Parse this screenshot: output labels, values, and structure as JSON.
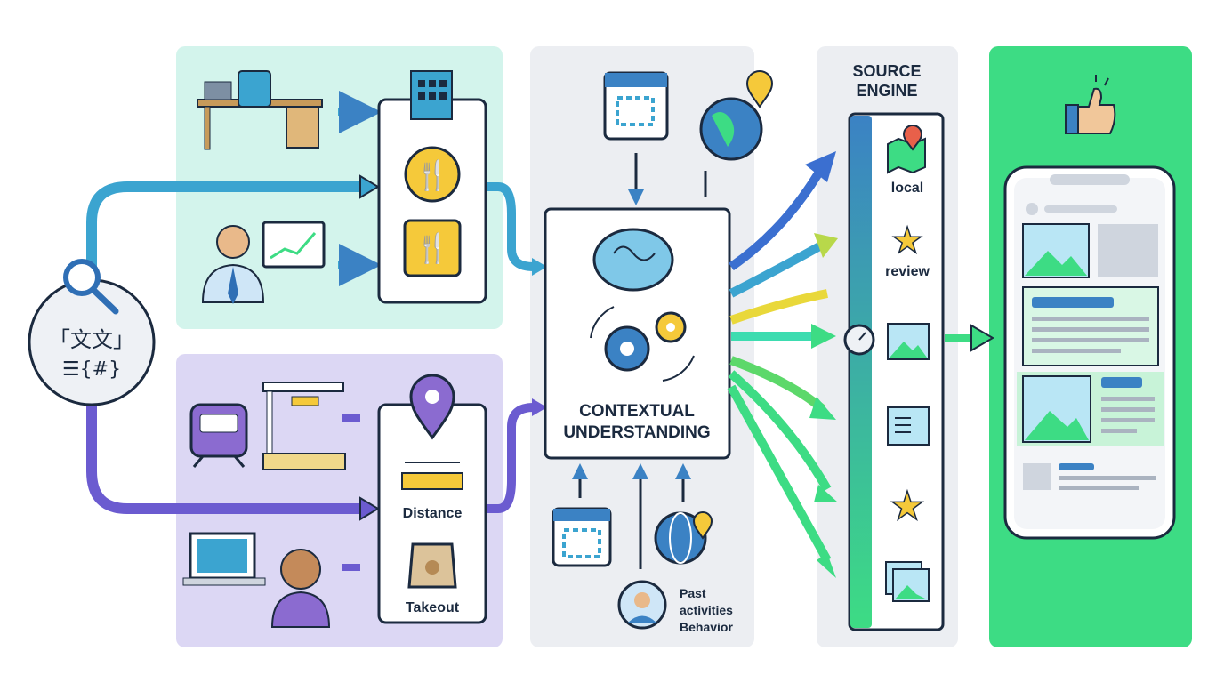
{
  "query": {
    "line1": "「文文」",
    "line2": "☰{#}",
    "icon": "magnifier-icon"
  },
  "intent_cards": {
    "top": {
      "icons": [
        "office-building-icon",
        "fork-knife-icon",
        "fork-knife-icon"
      ]
    },
    "bottom": {
      "icons": [
        "location-pin-icon",
        "ruler-icon",
        "takeout-bag-icon"
      ],
      "distance_label": "Distance",
      "takeout_label": "Takeout"
    }
  },
  "context": {
    "title_line1": "CONTEXTUAL",
    "title_line2": "UNDERSTANDING",
    "history_line1": "Past",
    "history_line2": "activities",
    "history_line3": "Behavior"
  },
  "source_engine": {
    "title_line1": "SOURCE",
    "title_line2": "ENGINE",
    "items": [
      {
        "label": "local",
        "icon": "map-icon"
      },
      {
        "label": "review",
        "icon": "star-icon"
      },
      {
        "label": "",
        "icon": "image-icon"
      },
      {
        "label": "",
        "icon": "document-icon"
      },
      {
        "label": "",
        "icon": "star-icon"
      },
      {
        "label": "",
        "icon": "gallery-icon"
      }
    ]
  },
  "colors": {
    "teal_panel": "#d3f4ec",
    "purple_panel": "#dcd7f4",
    "gray_panel": "#eceef2",
    "green_panel": "#3ddc84",
    "blue": "#3b82c4",
    "purple": "#6b5bd0"
  }
}
